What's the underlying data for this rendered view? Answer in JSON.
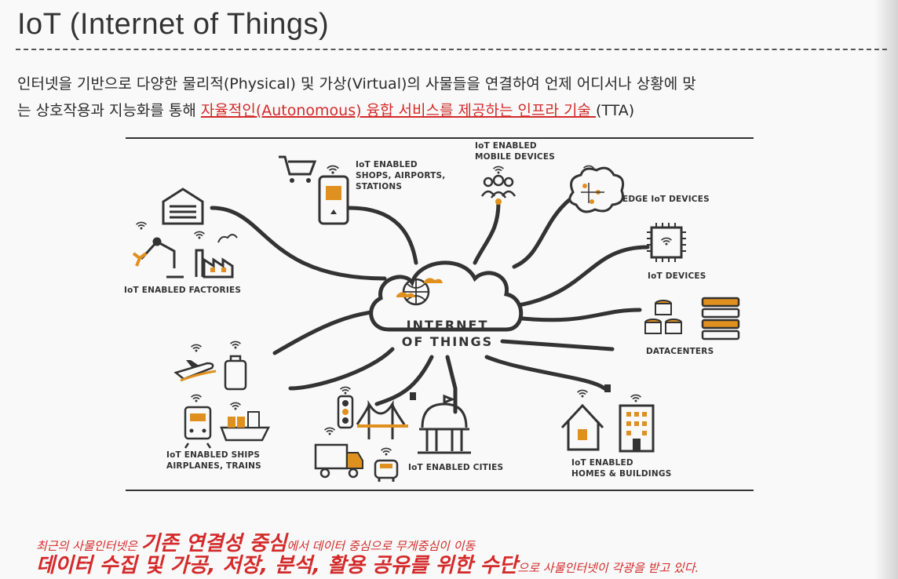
{
  "title": "IoT (Internet of Things)",
  "definition": {
    "line1": "인터넷을 기반으로 다양한 물리적(Physical) 및 가상(Virtual)의 사물들을 연결하여 언제 어디서나 상황에 맞",
    "line2_pre": "는 상호작용과 지능화를 통해 ",
    "line2_highlight": "자율적인(Autonomous) 융합 서비스를 제공하는 인프라 기술 ",
    "line2_post": " (TTA)"
  },
  "diagram": {
    "center_line1": "INTERNET",
    "center_line2": "OF THINGS",
    "labels": {
      "shops_1": "IoT ENABLED",
      "shops_2": "SHOPS, AIRPORTS,",
      "shops_3": "STATIONS",
      "mobile_1": "IoT ENABLED",
      "mobile_2": "MOBILE DEVICES",
      "edge": "EDGE IoT DEVICES",
      "devices": "IoT DEVICES",
      "datacenters": "DATACENTERS",
      "factories": "IoT ENABLED FACTORIES",
      "ships_1": "IoT ENABLED SHIPS",
      "ships_2": "AIRPLANES, TRAINS",
      "cities": "IoT ENABLED CITIES",
      "homes_1": "IoT ENABLED",
      "homes_2": "HOMES & BUILDINGS"
    }
  },
  "summary": {
    "l1_a": "최근의 사물인터넷은 ",
    "l1_b": "기존 연결성 중심",
    "l1_c": "에서 데이터 중심으로 무게중심이 이동",
    "l2_a": "데이터 수집 및 가공, 저장, 분석, 활용 공유를 위한 수단",
    "l2_b": "으로 사물인터넷이 각광을 받고 있다."
  },
  "colors": {
    "accent": "#d42a2a",
    "orange": "#e0901e",
    "line": "#333333"
  }
}
